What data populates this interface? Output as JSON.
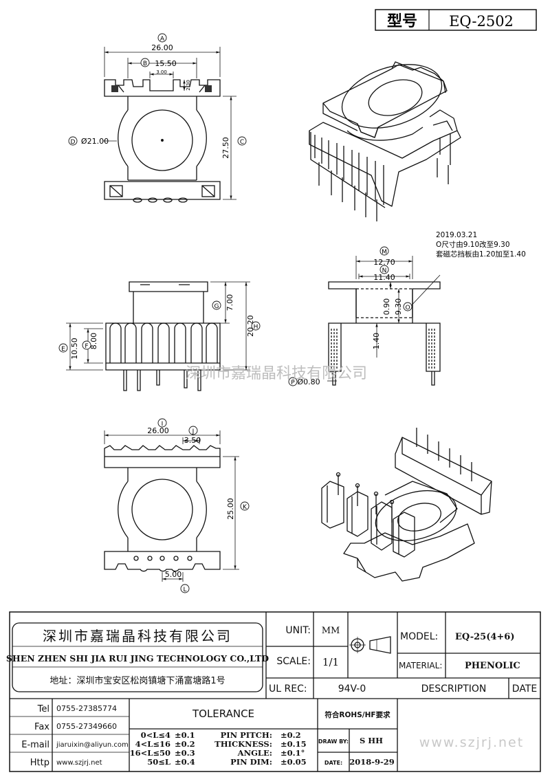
{
  "title_block": {
    "model_label": "型号",
    "model_value": "EQ-2502"
  },
  "dimensions": {
    "A": {
      "letter": "A",
      "value": "26.00"
    },
    "B": {
      "letter": "B",
      "value": "15.50"
    },
    "small_300": "3.00",
    "small_230": "2.30",
    "C": {
      "letter": "C",
      "value": "27.50"
    },
    "D": {
      "letter": "D",
      "value": "Ø21.00"
    },
    "E": {
      "letter": "E",
      "value": "10.50"
    },
    "F": {
      "letter": "F",
      "value": "8.00"
    },
    "G": {
      "letter": "G",
      "value": "7.00"
    },
    "H": {
      "letter": "H",
      "value": "20.20"
    },
    "M": {
      "letter": "M",
      "value": "12.70"
    },
    "N": {
      "letter": "N",
      "value": "11.40"
    },
    "O": {
      "letter": "O",
      "value": "9.30"
    },
    "small_090": "0.90",
    "small_140": "1.40",
    "P": {
      "letter": "P",
      "value": "Ø0.80"
    },
    "I": {
      "letter": "I",
      "value": "26.00"
    },
    "J": {
      "letter": "J",
      "value": "3.50"
    },
    "K": {
      "letter": "K",
      "value": "25.00"
    },
    "L": {
      "letter": "L",
      "value": "5.00"
    }
  },
  "revision_note": {
    "date": "2019.03.21",
    "line1": "O尺寸由9.10改至9.30",
    "line2": "套磁芯挡板由1.20加至1.40"
  },
  "watermark": "深圳市嘉瑞晶科技有限公司",
  "company": {
    "name_cn": "深圳市嘉瑞晶科技有限公司",
    "name_en": "SHEN ZHEN SHI  JIA RUI JING  TECHNOLOGY CO.,LTD",
    "address": "地址：深圳市宝安区松岗镇塘下涌富塘路1号"
  },
  "contacts": [
    {
      "label": "Tel",
      "value": "0755-27385774"
    },
    {
      "label": "Fax",
      "value": "0755-27349660"
    },
    {
      "label": "E-mail",
      "value": "jiaruixin@aliyun.com"
    },
    {
      "label": "Http",
      "value": "www.szjrj.net"
    }
  ],
  "spec": {
    "unit_label": "UNIT:",
    "unit_value": "MM",
    "scale_label": "SCALE:",
    "scale_value": "1/1",
    "ul_label": "UL REC:",
    "ul_value": "94V-0",
    "model_label": "MODEL:",
    "model_value": "EQ-25(4+6)",
    "material_label": "MATERIAL:",
    "material_value": "PHENOLIC",
    "description_label": "DESCRIPTION",
    "date_label": "DATE"
  },
  "tolerance": {
    "title": "TOLERANCE",
    "rows": [
      {
        "range": "0<L≤4",
        "tol": "±0.1"
      },
      {
        "range": "4<L≤16",
        "tol": "±0.2"
      },
      {
        "range": "16<L≤50",
        "tol": "±0.3"
      },
      {
        "range": "50≤L",
        "tol": "±0.4"
      }
    ],
    "pin_rows": [
      {
        "label": "PIN PITCH:",
        "tol": "±0.2"
      },
      {
        "label": "THICKNESS:",
        "tol": "±0.15"
      },
      {
        "label": "ANGLE:",
        "tol": "±0.1°"
      },
      {
        "label": "PIN DIM:",
        "tol": "±0.05"
      }
    ]
  },
  "approval": {
    "rohs": "符合ROHS/HF要求",
    "drawn_label": "DRAW BY:",
    "drawn_value": "S HH",
    "date_label": "DATE:",
    "date_value": "2018-9-29"
  },
  "website": "www.szjrj.net"
}
